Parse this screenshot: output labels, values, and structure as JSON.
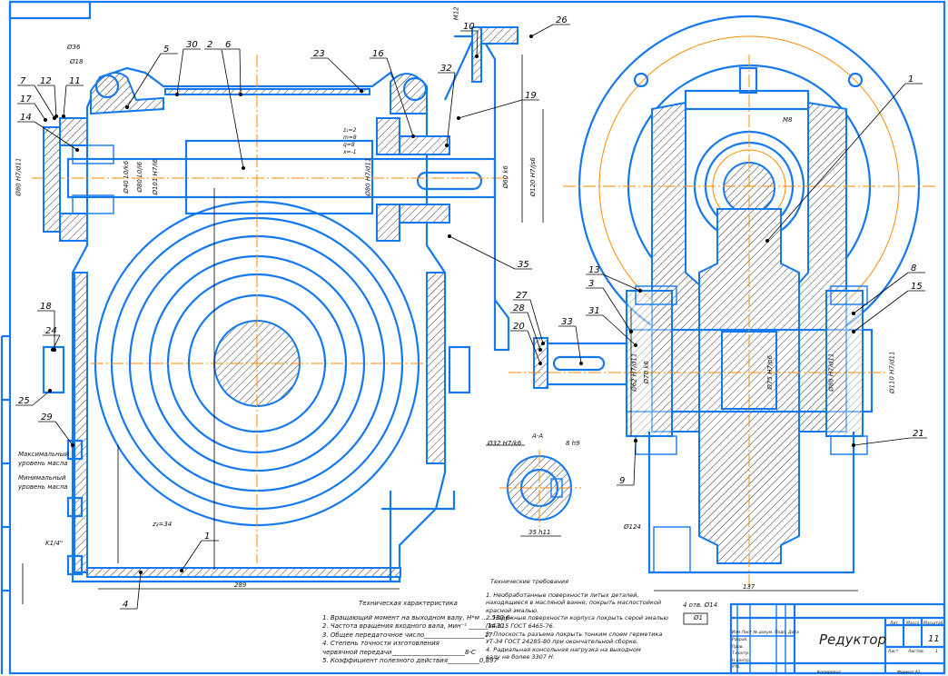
{
  "drawing": {
    "title": "Редуктор",
    "sheet_number": "11",
    "colors": {
      "contour": "#1478f0",
      "axis": "#ff8a00",
      "dimension": "#000000"
    },
    "callouts": [
      "5",
      "30",
      "2",
      "6",
      "23",
      "16",
      "10",
      "26",
      "32",
      "19",
      "7",
      "12",
      "11",
      "17",
      "14",
      "18",
      "24",
      "25",
      "29",
      "4",
      "1",
      "35",
      "27",
      "28",
      "20",
      "33",
      "13",
      "3",
      "31",
      "9",
      "1",
      "8",
      "15",
      "21"
    ],
    "annotations": {
      "d36": "Ø36",
      "d18": "Ø18",
      "z2": "z₂=34",
      "plug": "K1/4\"",
      "max_oil": [
        "Максимальный",
        "уровень масла"
      ],
      "min_oil": [
        "Минимальный",
        "уровень масла"
      ],
      "worm_params": [
        "z₁=2",
        "m=8",
        "q=8",
        "x=-1"
      ],
      "section": "A-A",
      "fit_key": "Ø32 H7/k6",
      "key_width": "8 h9",
      "key_len": "35 h11",
      "m8": "M8",
      "m12": "M12",
      "holes": "4 отв. Ø14",
      "d124": "Ø124",
      "dim_289": "289",
      "dim_137": "137",
      "dims_worm": [
        "Ø80 H7/d11",
        "Ø40 L0/k6",
        "Ø80 L0/l6",
        "Ø101 H7/l6"
      ],
      "dims_output": [
        "Ø80 H7/d11",
        "Ø60 k6",
        "Ø120 H7/js6"
      ],
      "dims_wheel": [
        "Ø62 H7/d11",
        "Ø70 k6",
        "Ø75 H7/p6",
        "Ø80 H7/d11",
        "Ø110 H7/d11"
      ],
      "marker": "Ø1"
    },
    "tech_characteristics": {
      "heading": "Техническая характеристика",
      "lines": [
        "1. Вращающий момент на выходном валу, Н*м .....530,6",
        "2. Частота вращения входного вала, мин⁻¹ ______1430",
        "3. Общее передаточное число___________________17",
        "4. Степень точности изготовления",
        "    червячной передачи_______________________8-С",
        "5. Коэффициент полезного действия__________0,897"
      ]
    },
    "tech_requirements": {
      "heading": "Технические требования",
      "lines": [
        "1. Необработанные поверхности литых деталей,",
        "находящиеся в масляной ванне, покрыть маслостойкой",
        "красной эмалью.",
        "2. Наружные поверхности корпуса покрыть серой эмалью",
        "ПФ-115 ГОСТ 6465-76.",
        "3. Плоскость разъема покрыть тонким слоем герметика",
        "УТ-34 ГОСТ 24285-80 при окончательной сборке.",
        "4. Радиальная консольная нагрузка на выходном",
        "валу не более 3307 Н."
      ]
    },
    "title_block": {
      "cols": [
        "Изм",
        "Лист",
        "№ докум.",
        "Подп.",
        "Дата"
      ],
      "rows": [
        "Разраб.",
        "Пров.",
        "Т.контр.",
        "Н.контр.",
        "Утв."
      ],
      "lit": "Лит.",
      "mass": "Масса",
      "scale": "Масштаб",
      "sheet": "Лист",
      "sheets": "Листов",
      "sheets_count": "1",
      "copied": "Копировал",
      "format": "Формат A1"
    }
  }
}
